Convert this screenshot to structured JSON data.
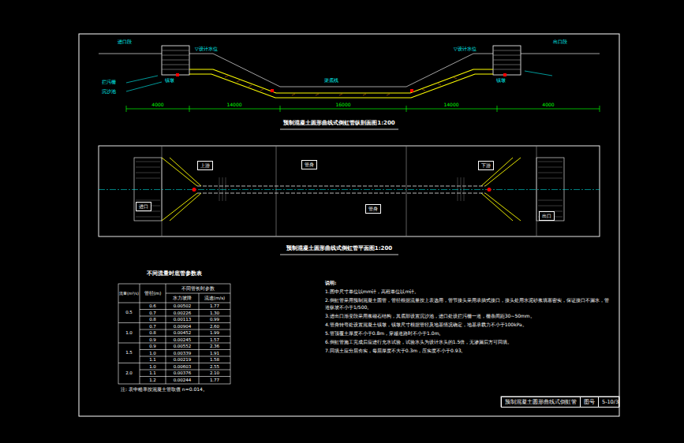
{
  "diagram": {
    "nodes": [
      {
        "text": [
          "上游"
        ]
      },
      {
        "text": [
          "管身"
        ]
      },
      {
        "text": [
          "下游"
        ]
      },
      {
        "text": [
          "进口"
        ]
      },
      {
        "text": [
          "管身"
        ]
      },
      {
        "text": [
          "出口"
        ]
      },
      {
        "text": [
          "预制混凝土圆形曲线式倒虹管",
          "图号",
          "5-10/3"
        ]
      }
    ],
    "labels": [
      "预制混凝土圆形曲线式倒虹管纵剖面图1:200",
      "预制混凝土圆形曲线式倒虹管平面图1:200",
      "不同流量时底管参数表",
      "说明:",
      "1.图中尺寸单位以mm计，高程单位以m计。",
      "2.倒虹管采用预制混凝土圆管，管径根据流量按上表选用，管节接头采用承插式接口，接头处用水泥砂浆填塞密实，保证接口不漏水，管道纵坡不小于1/500。",
      "3.进出口渐变段采用浆砌石结构，其底部设置沉沙池，进口处设拦污栅一道，栅条间距30~50mm。",
      "4.管身转弯处设置混凝土镇墩，镇墩尺寸根据管径及地基情况确定，地基承载力不小于100kPa。",
      "5.管顶覆土厚度不小于0.8m，穿越道路时不小于1.0m。",
      "6.倒虹管施工完成后应进行充水试验，试验水头为设计水头的1.5倍，无渗漏后方可回填。",
      "7.回填土应分层夯实，每层厚度不大于0.3m，压实度不小于0.93。",
      "进口段",
      "出口段",
      "拦污栅",
      "沉沙池",
      "镇墩",
      "镇墩",
      "▽设计水位",
      "▽设计水位",
      "4000",
      "14000",
      "16000",
      "14000",
      "4000",
      "渠底线",
      "流量(m³/s)",
      "管径(m)",
      "不同管长时参数",
      "水力坡降",
      "流速(m/s)",
      "0.5",
      "1.0",
      "1.5",
      "2.0",
      "0.6",
      "0.7",
      "0.8",
      "0.7",
      "0.8",
      "0.9",
      "0.9",
      "1.0",
      "1.1",
      "1.0",
      "1.1",
      "1.2",
      "0.00502",
      "0.00226",
      "0.00113",
      "0.00904",
      "0.00452",
      "0.00245",
      "0.00552",
      "0.00339",
      "0.00219",
      "0.00603",
      "0.00376",
      "0.00244",
      "1.77",
      "1.30",
      "0.99",
      "2.60",
      "1.99",
      "1.57",
      "2.36",
      "1.91",
      "1.58",
      "2.55",
      "2.10",
      "1.77",
      "注: 表中糙率按混凝土管取值 n=0.014。"
    ]
  }
}
